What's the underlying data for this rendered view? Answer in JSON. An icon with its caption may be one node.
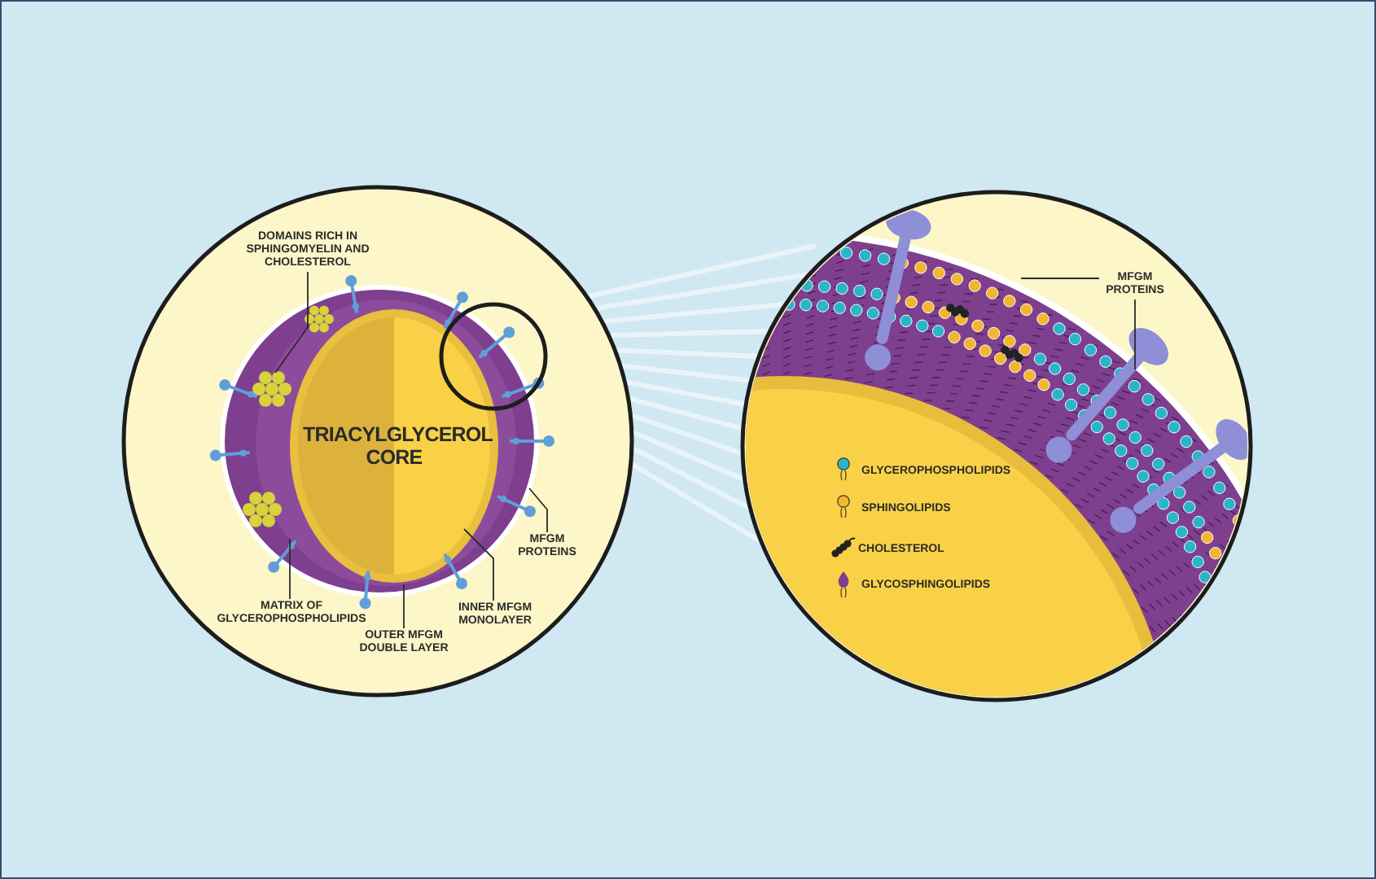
{
  "diagram": {
    "nodes": [
      {
        "text": [
          "DOMAINS RICH IN SPHINGOMYELIN AND CHOLESTEROL"
        ]
      },
      {
        "text": [
          "TRIACYLGLYCEROL CORE"
        ]
      },
      {
        "text": [
          "MFGM PROTEINS"
        ]
      },
      {
        "text": [
          "MATRIX OF GLYCEROPHOSPHOLIPIDS"
        ]
      },
      {
        "text": [
          "OUTER MFGM DOUBLE LAYER"
        ]
      },
      {
        "text": [
          "INNER MFGM MONOLAYER"
        ]
      },
      {
        "text": [
          "MFGM PROTEINS"
        ]
      }
    ],
    "edges": [
      {
        "from": 0,
        "to": null,
        "arrow": "none"
      },
      {
        "from": 2,
        "to": null,
        "arrow": "none"
      },
      {
        "from": 3,
        "to": null,
        "arrow": "none"
      },
      {
        "from": 4,
        "to": null,
        "arrow": "none"
      },
      {
        "from": 5,
        "to": null,
        "arrow": "none"
      },
      {
        "from": 6,
        "to": null,
        "arrow": "none"
      },
      {
        "from": 6,
        "to": null,
        "arrow": "none"
      }
    ],
    "legend": [
      {
        "text": "GLYCEROPHOSPHOLIPIDS"
      },
      {
        "text": "SPHINGOLIPIDS"
      },
      {
        "text": "CHOLESTEROL"
      },
      {
        "text": "GLYCOSPHINGOLIPIDS"
      }
    ]
  }
}
